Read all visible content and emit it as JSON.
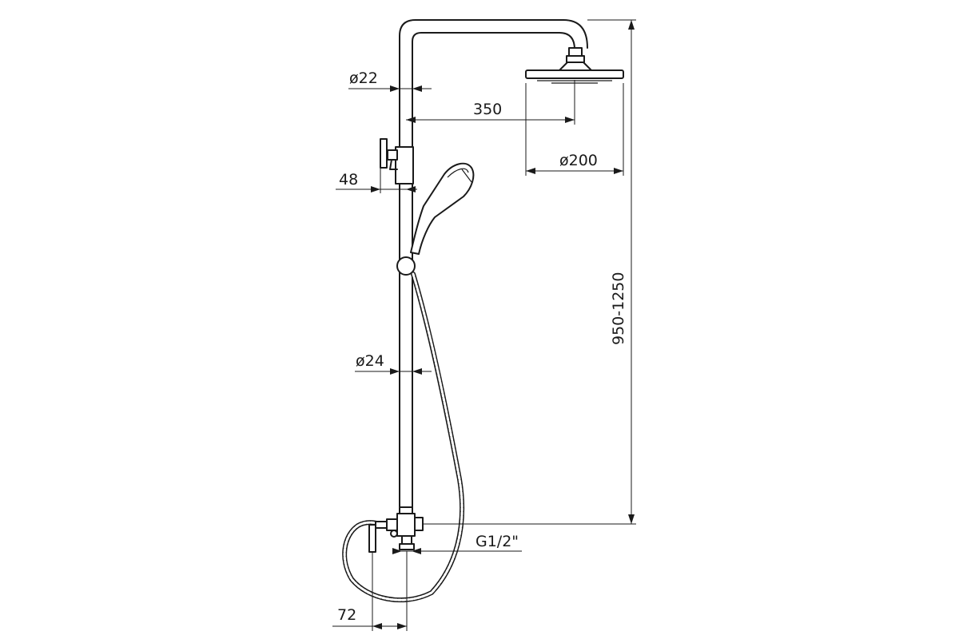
{
  "dimensions": {
    "riser_pipe_diameter": "ø22",
    "arm_reach": "350",
    "head_diameter": "ø200",
    "slider_offset": "48",
    "lower_pipe_diameter": "ø24",
    "total_height": "950-1250",
    "inlet_thread": "G1/2\"",
    "inlet_offset": "72"
  },
  "colors": {
    "line": "#1a1a1a",
    "background": "#ffffff"
  }
}
